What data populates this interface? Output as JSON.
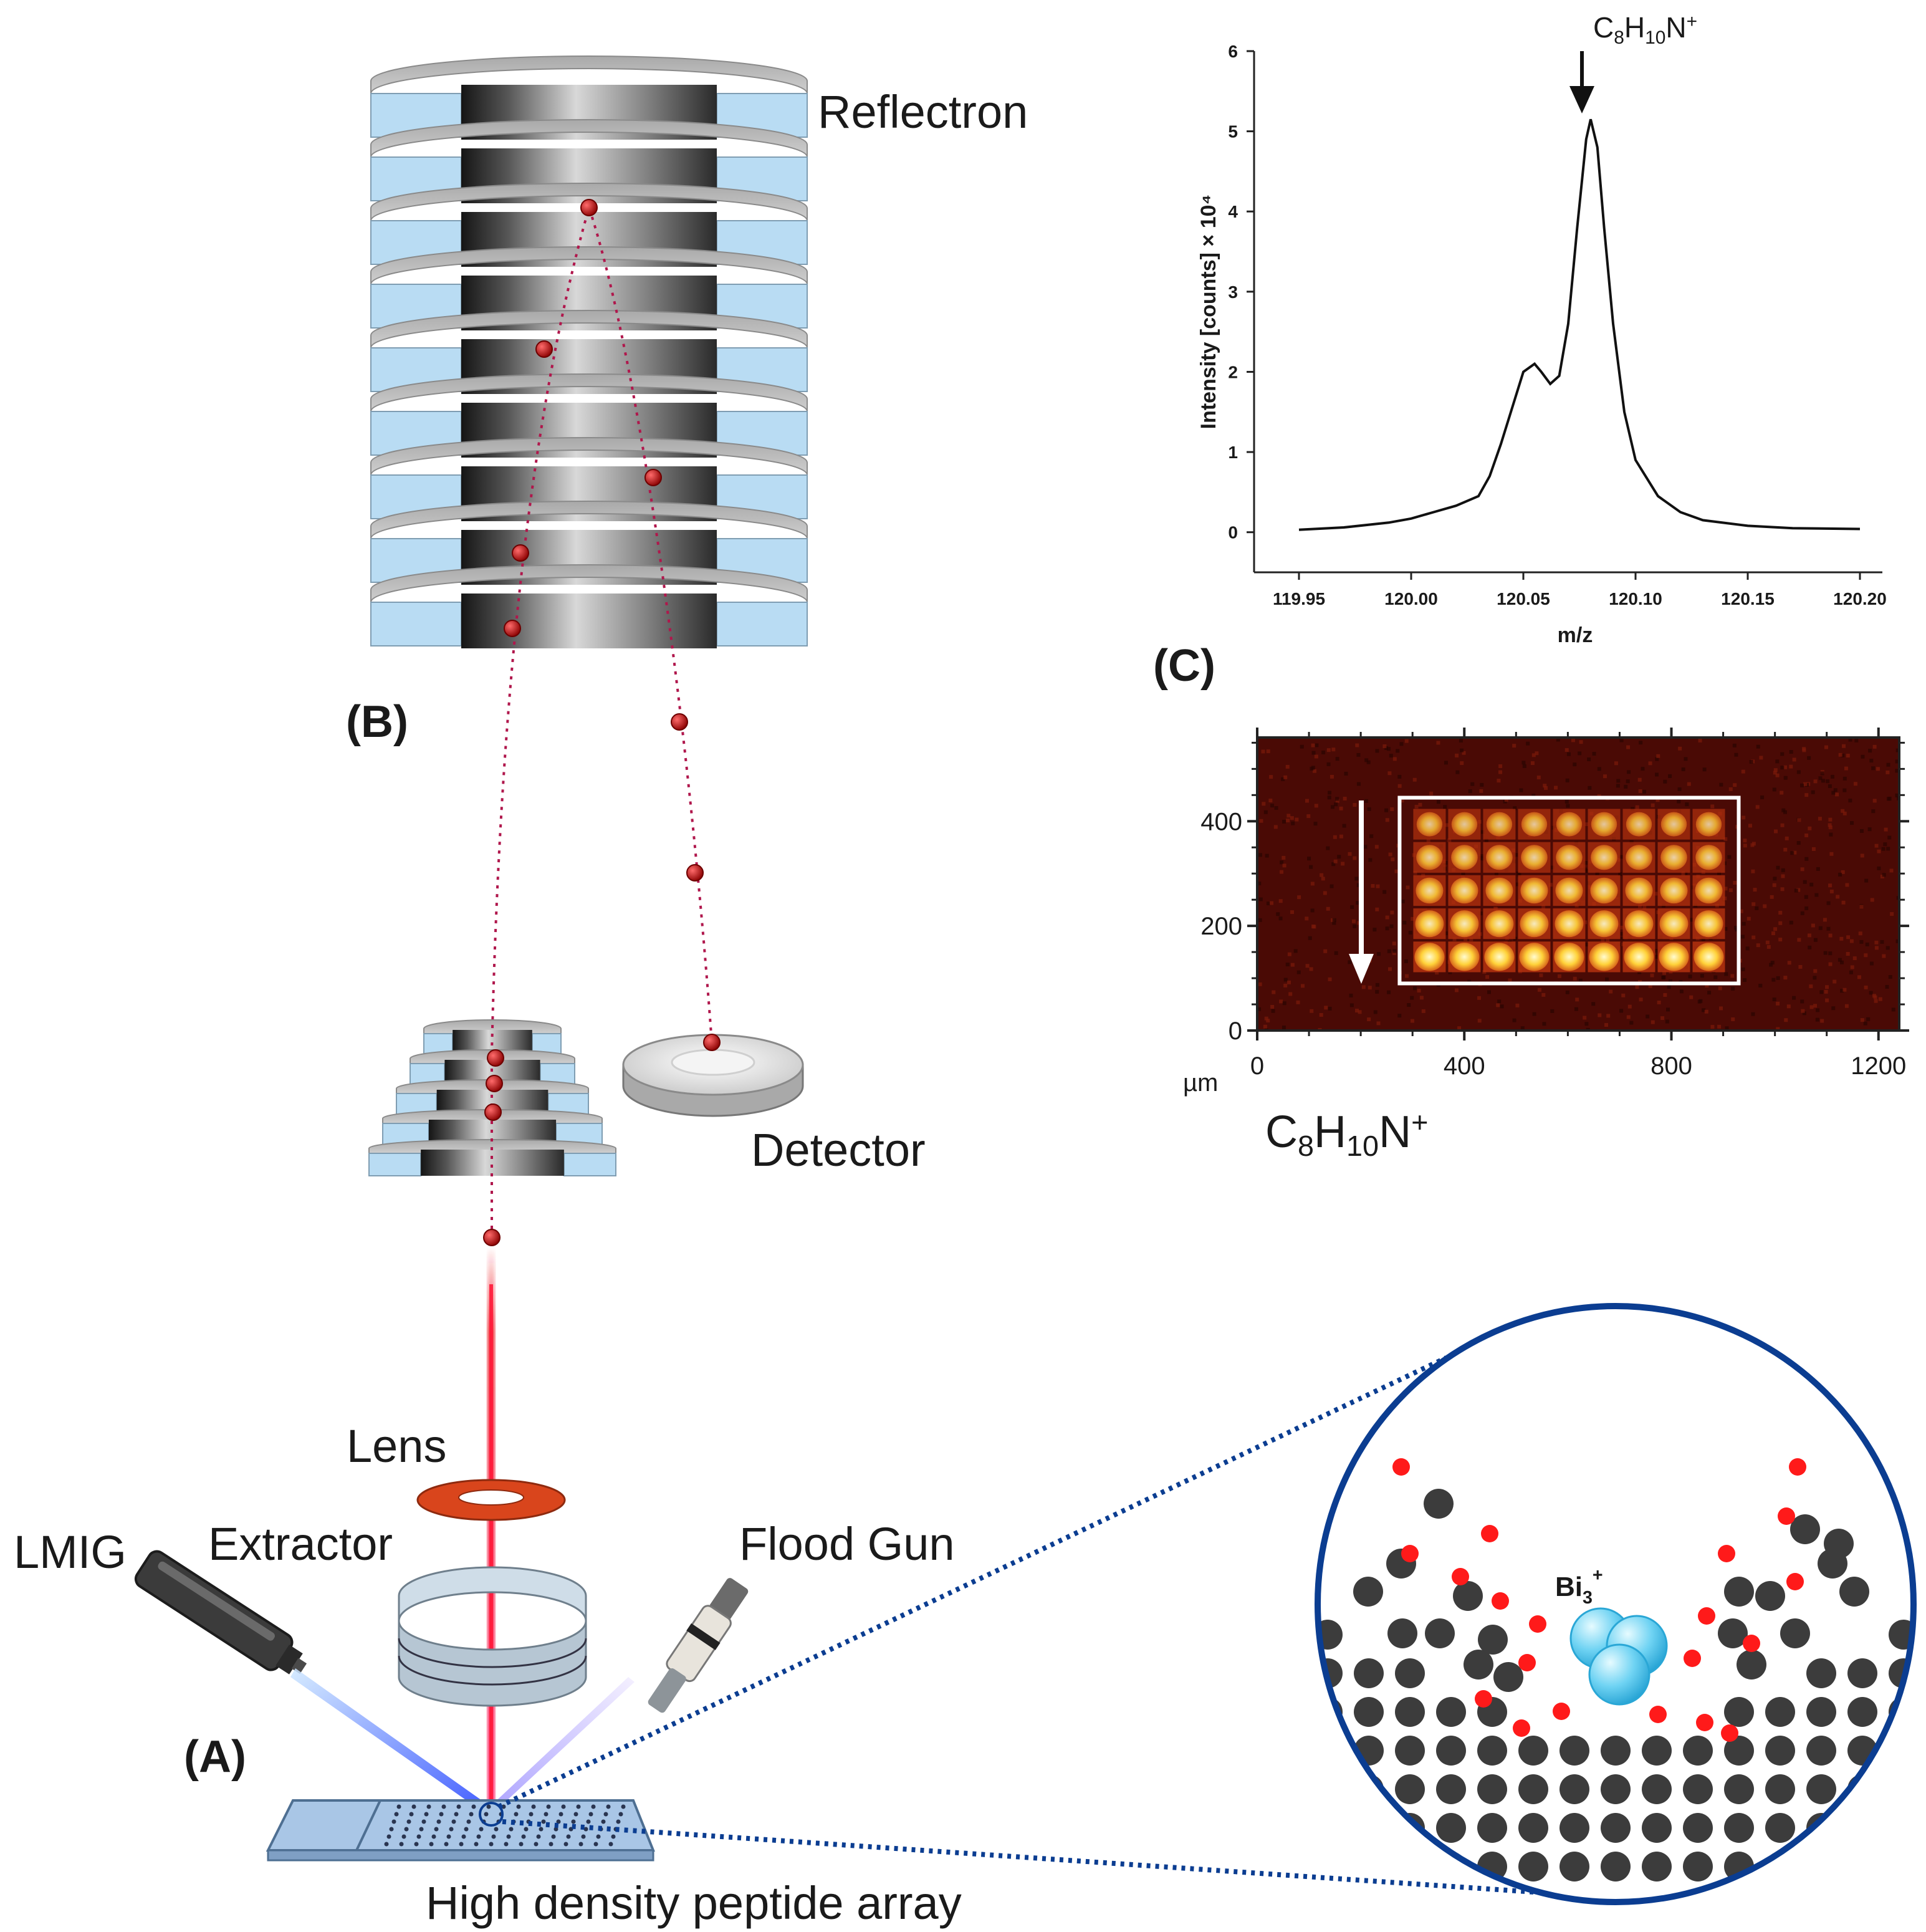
{
  "labels": {
    "reflectron": "Reflectron",
    "detector": "Detector",
    "lens": "Lens",
    "extractor": "Extractor",
    "lmig": "LMIG",
    "flood_gun": "Flood Gun",
    "array": "High density peptide array",
    "panel_a": "(A)",
    "panel_b": "(B)",
    "panel_c": "(C)",
    "bi_ion": {
      "base": "Bi",
      "sub": "3",
      "sup": "+"
    }
  },
  "peak_formula": {
    "c": "C",
    "c_sub": "8",
    "h": "H",
    "h_sub": "10",
    "n": "N",
    "charge": "+"
  },
  "colors": {
    "ion": "#c0111b",
    "beam": "#ee1c25",
    "sputter_red": "#ff1a1a",
    "atom_dark": "#3c3c3c",
    "bismuth": "#5fd0f0",
    "magnifier_ring": "#0b3d91",
    "ring_plate": "#b9dcf3",
    "heatmap_bg": "#4a0a05",
    "heatmap_bright": "#ffe15a"
  },
  "chart_data": [
    {
      "type": "line",
      "xlabel": "m/z",
      "ylabel": "Intensity [counts] × 10⁴",
      "xlim": [
        119.93,
        120.21
      ],
      "ylim": [
        -0.5,
        6
      ],
      "x_ticks": [
        "119.95",
        "120.00",
        "120.05",
        "120.10",
        "120.15",
        "120.20"
      ],
      "y_ticks": [
        "0",
        "1",
        "2",
        "3",
        "4",
        "5",
        "6"
      ],
      "annotation": "C8H10N+",
      "series": [
        {
          "x": [
            119.95,
            119.97,
            119.99,
            120.0,
            120.01,
            120.02,
            120.03,
            120.035,
            120.04,
            120.045,
            120.05,
            120.055,
            120.058,
            120.062,
            120.066,
            120.07,
            120.074,
            120.078,
            120.08,
            120.083,
            120.086,
            120.09,
            120.095,
            120.1,
            120.11,
            120.12,
            120.13,
            120.15,
            120.17,
            120.2
          ],
          "y": [
            0.03,
            0.06,
            0.12,
            0.17,
            0.25,
            0.33,
            0.45,
            0.7,
            1.1,
            1.55,
            2.0,
            2.1,
            2.0,
            1.85,
            1.95,
            2.6,
            3.8,
            4.9,
            5.15,
            4.8,
            3.8,
            2.6,
            1.5,
            0.9,
            0.45,
            0.25,
            0.15,
            0.08,
            0.05,
            0.04
          ]
        }
      ]
    },
    {
      "type": "heatmap",
      "xlabel": "µm",
      "xlim": [
        0,
        1240
      ],
      "ylim": [
        0,
        560
      ],
      "x_ticks": [
        "0",
        "400",
        "800",
        "1200"
      ],
      "y_ticks": [
        "0",
        "200",
        "400"
      ],
      "spot_grid": {
        "rows": 5,
        "cols": 9
      },
      "row_brightness": [
        0.45,
        0.55,
        0.68,
        0.82,
        1.0
      ],
      "region_um": {
        "x": [
          275,
          930
        ],
        "y": [
          90,
          445
        ]
      },
      "label": "C8H10N+"
    }
  ]
}
